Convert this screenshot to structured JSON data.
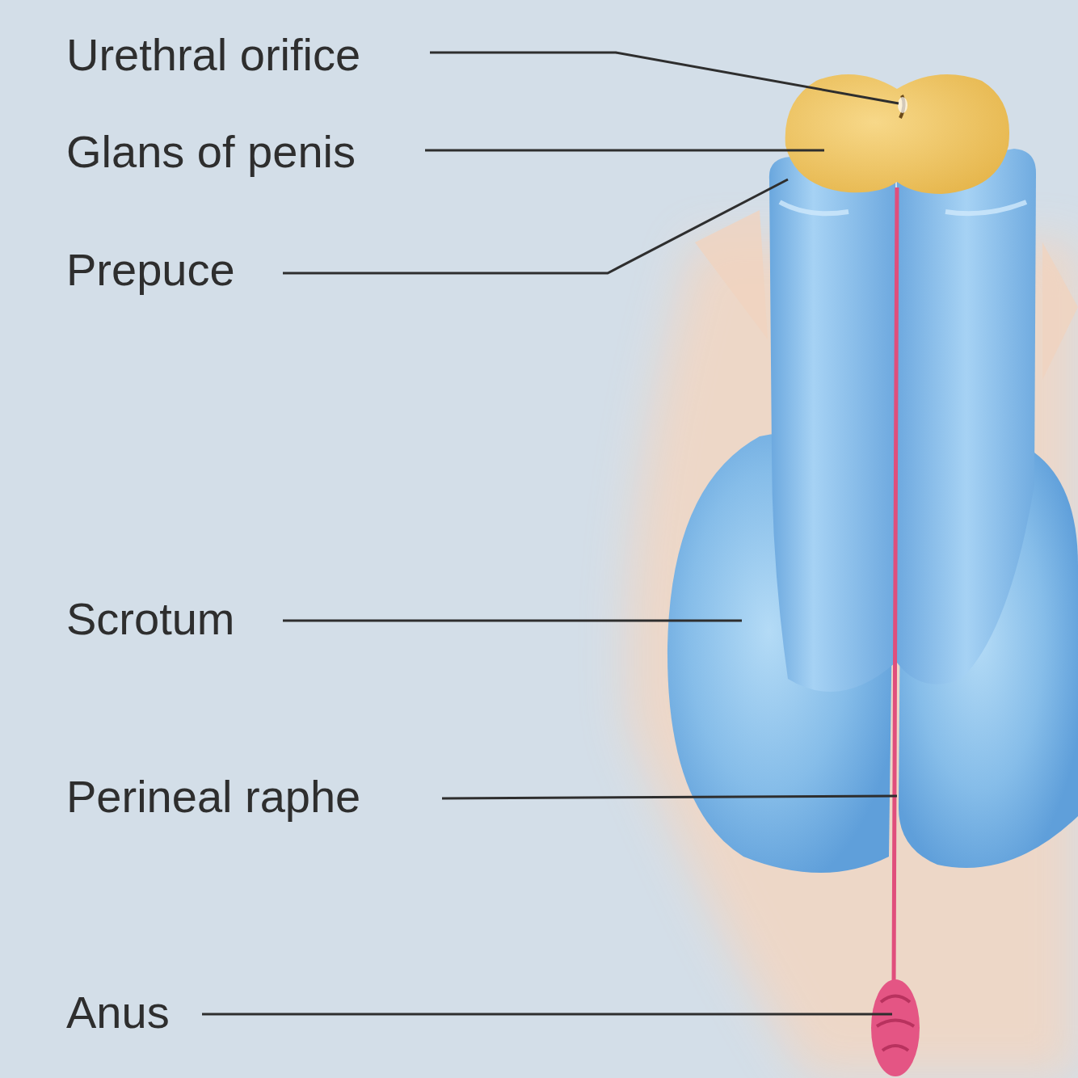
{
  "diagram": {
    "labels": [
      "Urethral orifice",
      "Glans of penis",
      "Prepuce",
      "Scrotum",
      "Perineal raphe",
      "Anus"
    ]
  }
}
